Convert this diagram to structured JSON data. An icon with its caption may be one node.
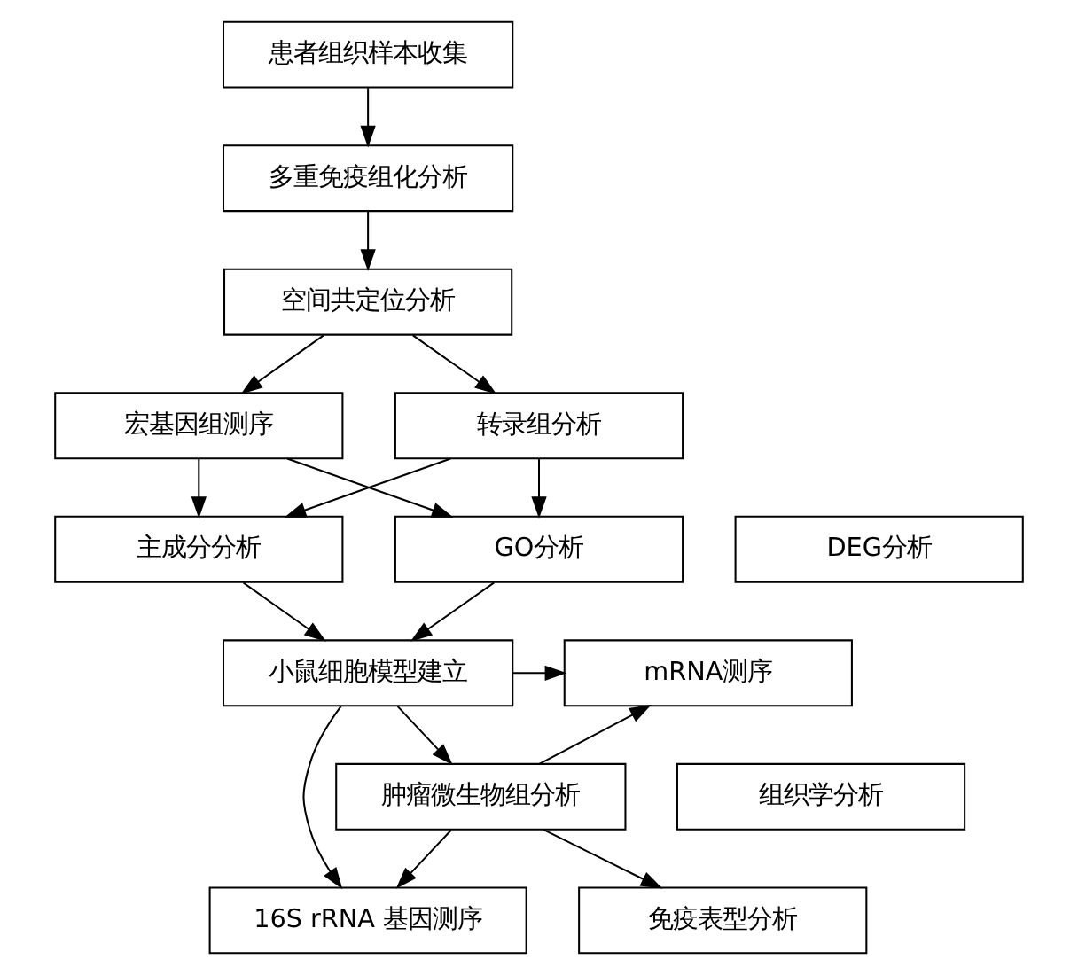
{
  "diagram": {
    "nodes": [
      {
        "text": [
          "患者组织样本收集"
        ]
      },
      {
        "text": [
          "多重免疫组化分析"
        ]
      },
      {
        "text": [
          "空间共定位分析"
        ]
      },
      {
        "text": [
          "宏基因组测序"
        ]
      },
      {
        "text": [
          "转录组分析"
        ]
      },
      {
        "text": [
          "主成分分析"
        ]
      },
      {
        "text": [
          "DEG分析"
        ]
      },
      {
        "text": [
          "GO分析"
        ]
      },
      {
        "text": [
          "小鼠细胞模型建立"
        ]
      },
      {
        "text": [
          "肿瘤微生物组分析"
        ]
      },
      {
        "text": [
          "免疫表型分析"
        ]
      },
      {
        "text": [
          "mRNA测序"
        ]
      },
      {
        "text": [
          "组织学分析"
        ]
      },
      {
        "text": [
          "16S rRNA 基因测序"
        ]
      }
    ],
    "edges": [
      {
        "from": 0,
        "to": 1,
        "arrow": "to"
      },
      {
        "from": 1,
        "to": 2,
        "arrow": "to"
      },
      {
        "from": 2,
        "to": 3,
        "arrow": "to"
      },
      {
        "from": 2,
        "to": 4,
        "arrow": "to"
      },
      {
        "from": 3,
        "to": 5,
        "arrow": "to"
      },
      {
        "from": 3,
        "to": 7,
        "arrow": "to"
      },
      {
        "from": 4,
        "to": 5,
        "arrow": "to"
      },
      {
        "from": 4,
        "to": 7,
        "arrow": "to"
      },
      {
        "from": 5,
        "to": 8,
        "arrow": "to"
      },
      {
        "from": 7,
        "to": 8,
        "arrow": "to"
      },
      {
        "from": 8,
        "to": 9,
        "arrow": "to"
      },
      {
        "from": 9,
        "to": 10,
        "arrow": "to"
      },
      {
        "from": 8,
        "to": 11,
        "arrow": "to"
      },
      {
        "from": 8,
        "to": 13,
        "arrow": "to"
      },
      {
        "from": 9,
        "to": 11,
        "arrow": "to"
      },
      {
        "from": 9,
        "to": 13,
        "arrow": "to"
      }
    ]
  }
}
